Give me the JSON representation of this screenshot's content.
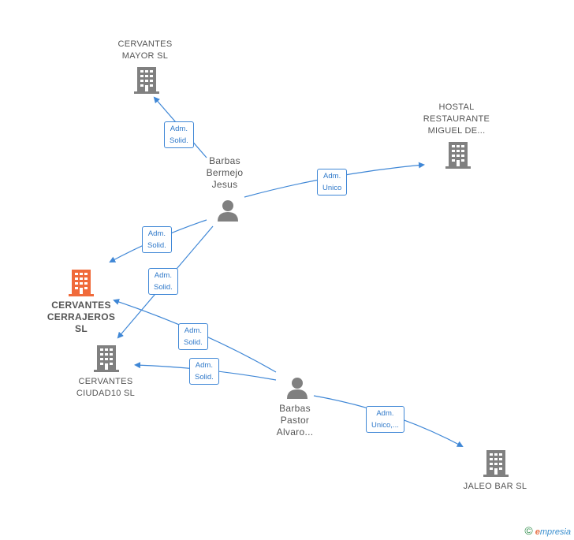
{
  "nodes": {
    "cervantes_mayor": "CERVANTES\nMAYOR  SL",
    "hostal": "HOSTAL\nRESTAURANTE\nMIGUEL DE...",
    "barbas_bermejo": "Barbas\nBermejo\nJesus",
    "cerrajeros": "CERVANTES\nCERRAJEROS\nSL",
    "ciudad10": "CERVANTES\nCIUDAD10  SL",
    "barbas_pastor": "Barbas\nPastor\nAlvaro...",
    "jaleo": "JALEO BAR  SL"
  },
  "edges": {
    "e1": "Adm.\nSolid.",
    "e2": "Adm.\nUnico",
    "e3": "Adm.\nSolid.",
    "e4": "Adm.\nSolid.",
    "e5": "Adm.\nSolid.",
    "e6": "Adm.\nSolid.",
    "e7": "Adm.\nUnico,..."
  },
  "footer": {
    "copyright": "©",
    "brand_e": "e",
    "brand_rest": "mpresia"
  },
  "colors": {
    "edge": "#3f87d6",
    "building": "#808080",
    "building_main": "#f06a3a",
    "person": "#808080"
  }
}
